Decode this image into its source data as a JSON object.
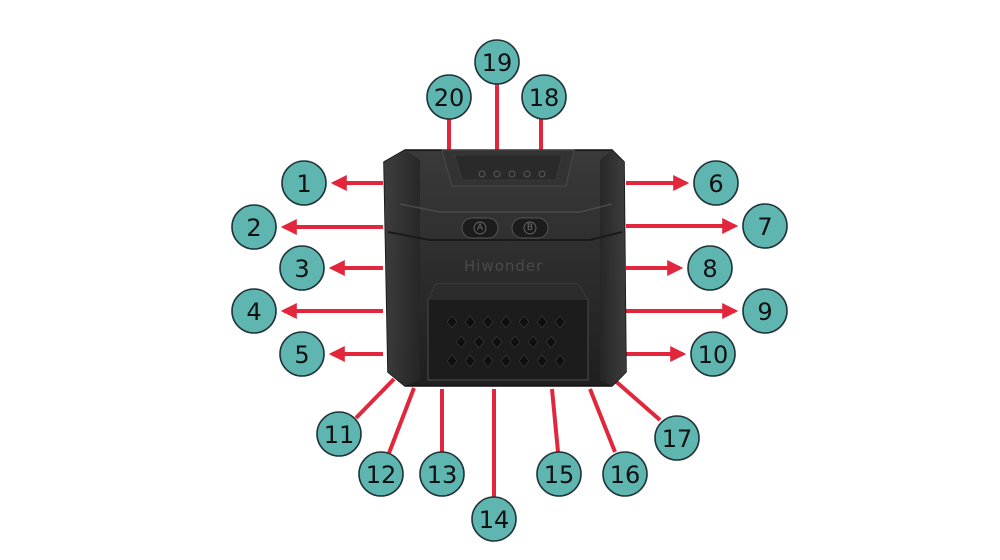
{
  "device": {
    "brand": "Hiwonder",
    "button_a_label": "A",
    "button_b_label": "B"
  },
  "callouts": [
    {
      "label": "1"
    },
    {
      "label": "2"
    },
    {
      "label": "3"
    },
    {
      "label": "4"
    },
    {
      "label": "5"
    },
    {
      "label": "6"
    },
    {
      "label": "7"
    },
    {
      "label": "8"
    },
    {
      "label": "9"
    },
    {
      "label": "10"
    },
    {
      "label": "11"
    },
    {
      "label": "12"
    },
    {
      "label": "13"
    },
    {
      "label": "14"
    },
    {
      "label": "15"
    },
    {
      "label": "16"
    },
    {
      "label": "17"
    },
    {
      "label": "18"
    },
    {
      "label": "19"
    },
    {
      "label": "20"
    }
  ],
  "colors": {
    "leader": "#e2263c",
    "callout_fill": "#5fb6b0",
    "callout_stroke": "#20343a",
    "device_body": "#2b2b2b"
  }
}
